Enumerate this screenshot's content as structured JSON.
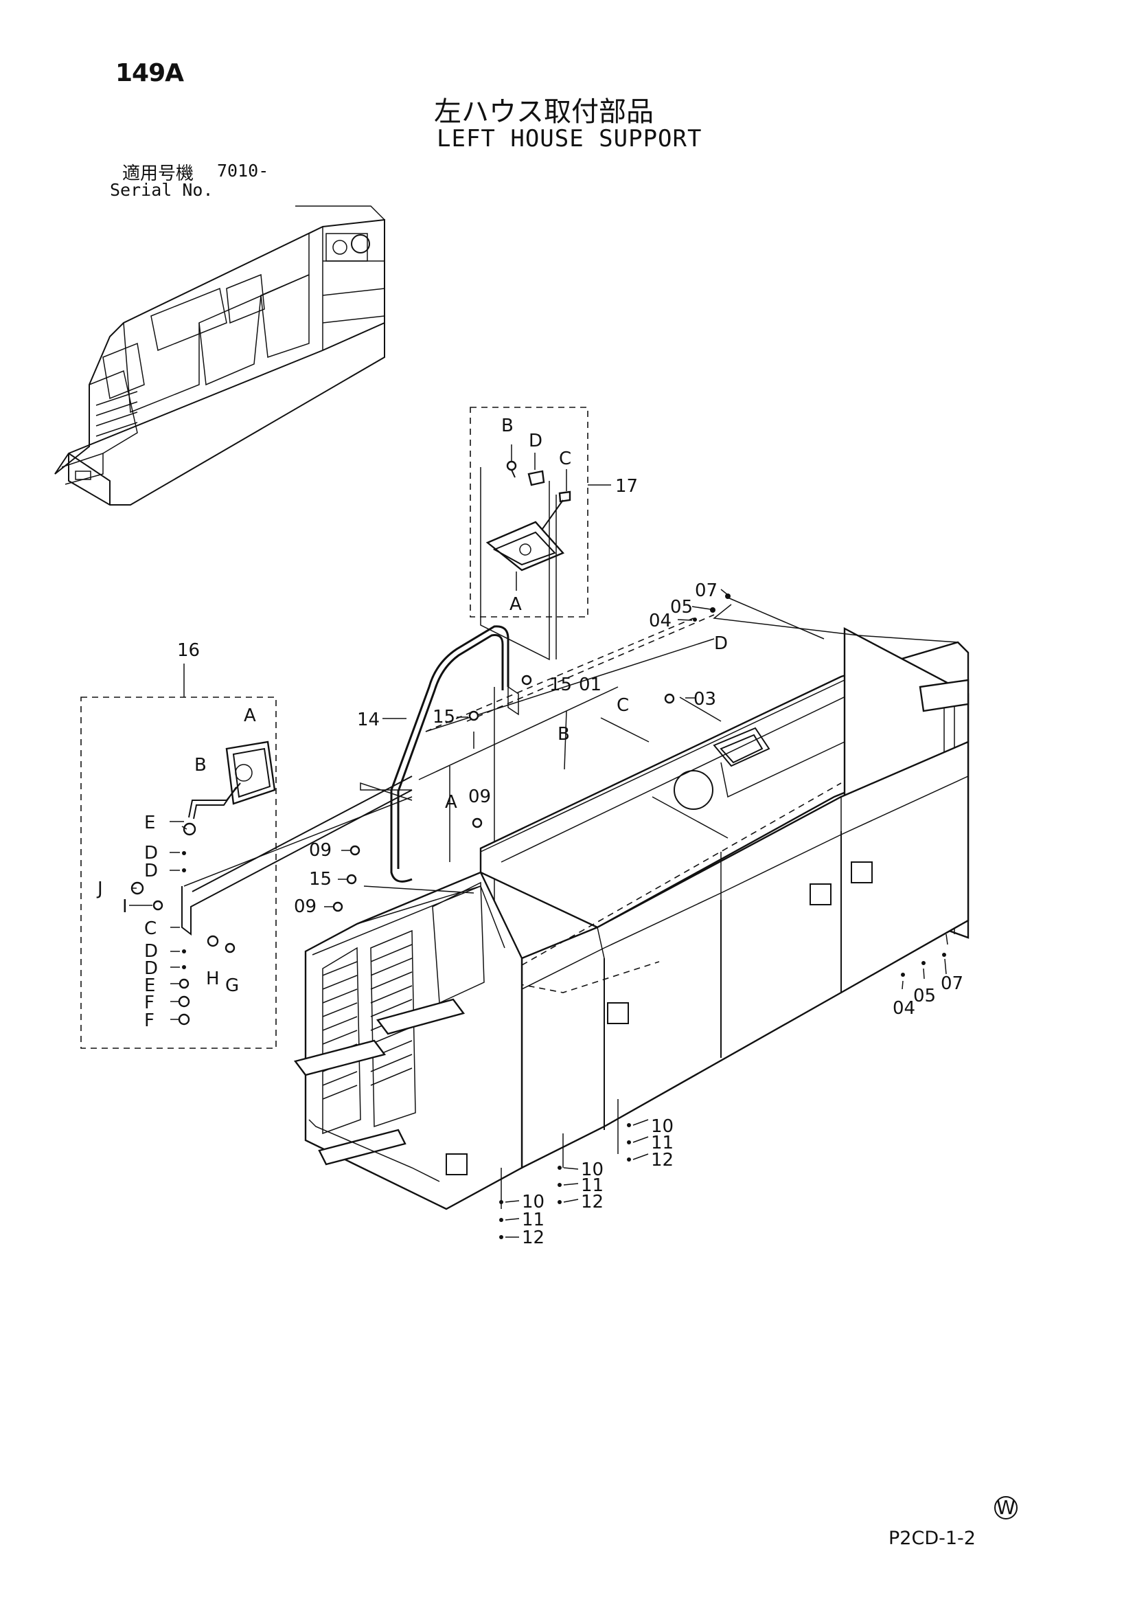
{
  "header": {
    "page_number": "149A",
    "title_jp": "左ハウス取付部品",
    "title_en": "LEFT HOUSE SUPPORT",
    "serial_label_jp": "適用号機",
    "serial_value": "7010-",
    "serial_label_en": "Serial No."
  },
  "footer": {
    "mark": "W",
    "code": "P2CD-1-2"
  },
  "callouts": {
    "group17": [
      "B",
      "D",
      "C",
      "17",
      "A"
    ],
    "group16": [
      "16",
      "A",
      "B",
      "E",
      "D",
      "D",
      "J",
      "I",
      "C",
      "D",
      "D",
      "E",
      "F",
      "F",
      "H",
      "G"
    ],
    "main": [
      "07",
      "05",
      "04",
      "D",
      "15",
      "01",
      "03",
      "C",
      "B",
      "14",
      "15",
      "A",
      "09",
      "09",
      "15",
      "09",
      "07",
      "05",
      "04",
      "10",
      "11",
      "12",
      "10",
      "11",
      "12",
      "10",
      "11",
      "12"
    ]
  }
}
